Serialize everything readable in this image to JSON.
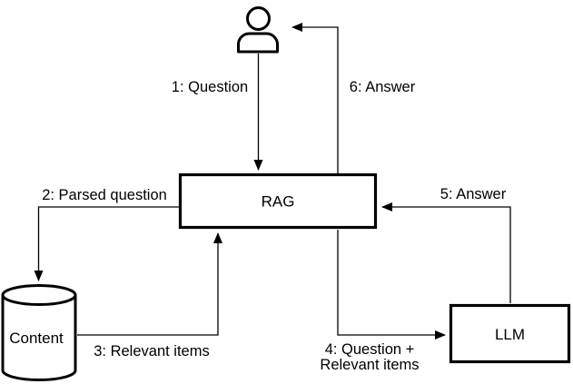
{
  "diagram": {
    "type": "flow-diagram",
    "background_color": "#ffffff",
    "line_color": "#000000",
    "nodes": {
      "user": {
        "icon": "person-icon",
        "label": ""
      },
      "rag": {
        "label": "RAG",
        "shape": "rectangle"
      },
      "content": {
        "label": "Content",
        "shape": "database-cylinder"
      },
      "llm": {
        "label": "LLM",
        "shape": "rectangle"
      }
    },
    "edges": {
      "e1": {
        "label": "1: Question",
        "from": "user",
        "to": "rag"
      },
      "e2": {
        "label": "2: Parsed question",
        "from": "rag",
        "to": "content"
      },
      "e3": {
        "label": "3: Relevant items",
        "from": "content",
        "to": "rag"
      },
      "e4": {
        "label_line1": "4: Question +",
        "label_line2": "Relevant items",
        "from": "rag",
        "to": "llm"
      },
      "e5": {
        "label": "5: Answer",
        "from": "llm",
        "to": "rag"
      },
      "e6": {
        "label": "6: Answer",
        "from": "rag",
        "to": "user"
      }
    }
  }
}
